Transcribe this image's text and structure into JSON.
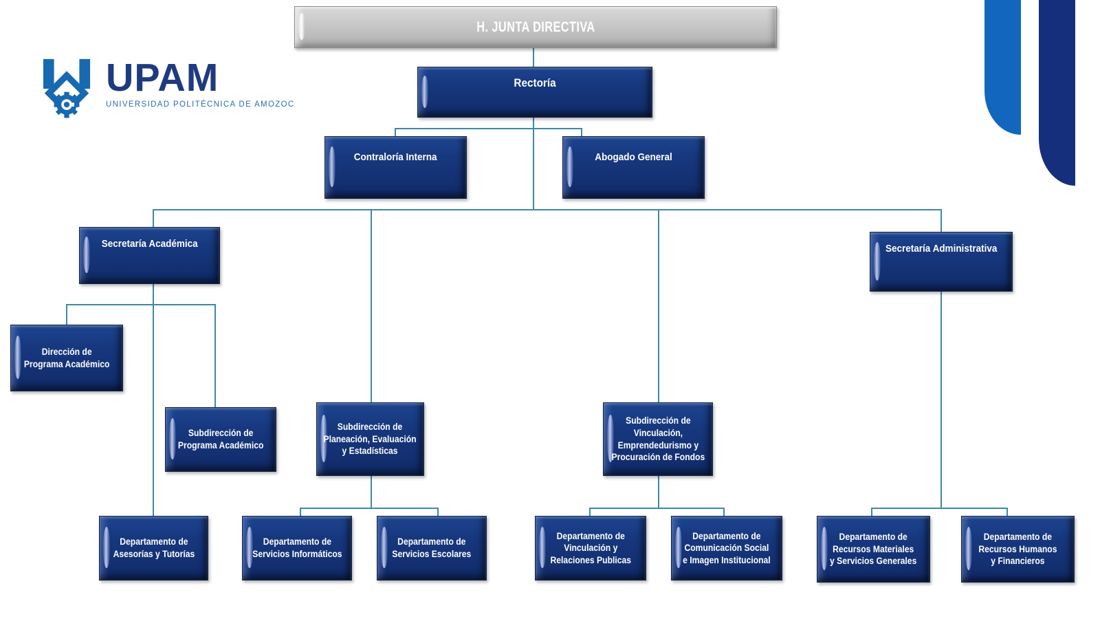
{
  "logo": {
    "acronym": "UPAM",
    "subtitle": "UNIVERSIDAD POLITÉCNICA DE AMOZOC",
    "icon": "upam-gear-shield-icon"
  },
  "org": {
    "nodes": {
      "junta": {
        "label": "H. JUNTA DIRECTIVA"
      },
      "rectoria": {
        "label": "Rectoría"
      },
      "contraloria": {
        "label": "Contraloría Interna"
      },
      "abogado": {
        "label": "Abogado General"
      },
      "sec_academica": {
        "label": "Secretaría Académica"
      },
      "sec_administrativa": {
        "label": "Secretaría Administrativa"
      },
      "dir_programa": {
        "label": "Dirección de\nPrograma Académico"
      },
      "subdir_programa": {
        "label": "Subdirección de\nPrograma Académico"
      },
      "subdir_planeacion": {
        "label": "Subdirección de\nPlaneación, Evaluación\ny Estadísticas"
      },
      "subdir_vinculacion": {
        "label": "Subdirección de\nVinculación,\nEmprendedurismo y\nProcuración de Fondos"
      },
      "dept_asesorias": {
        "label": "Departamento de\nAsesorías y Tutorías"
      },
      "dept_informaticos": {
        "label": "Departamento de\nServicios Informáticos"
      },
      "dept_escolares": {
        "label": "Departamento de\nServicios Escolares"
      },
      "dept_vinculacion": {
        "label": "Departamento de\nVinculación y\nRelaciones Publicas"
      },
      "dept_comunicacion": {
        "label": "Departamento de\nComunicación Social\ne Imagen Institucional"
      },
      "dept_materiales": {
        "label": "Departamento de\nRecursos Materiales\ny Servicios Generales"
      },
      "dept_humanos": {
        "label": "Departamento de\nRecursos Humanos\ny Financieros"
      }
    }
  },
  "colors": {
    "node_fill": "#16387f",
    "node_border": "#0c2157",
    "gray_fill": "#c3c3c3",
    "connector": "#3e88a4",
    "bar_light": "#1266bd",
    "bar_dark": "#152f7d",
    "logo_blue": "#1769b0",
    "logo_navy": "#1e3b7f",
    "text": "#ffffff"
  }
}
